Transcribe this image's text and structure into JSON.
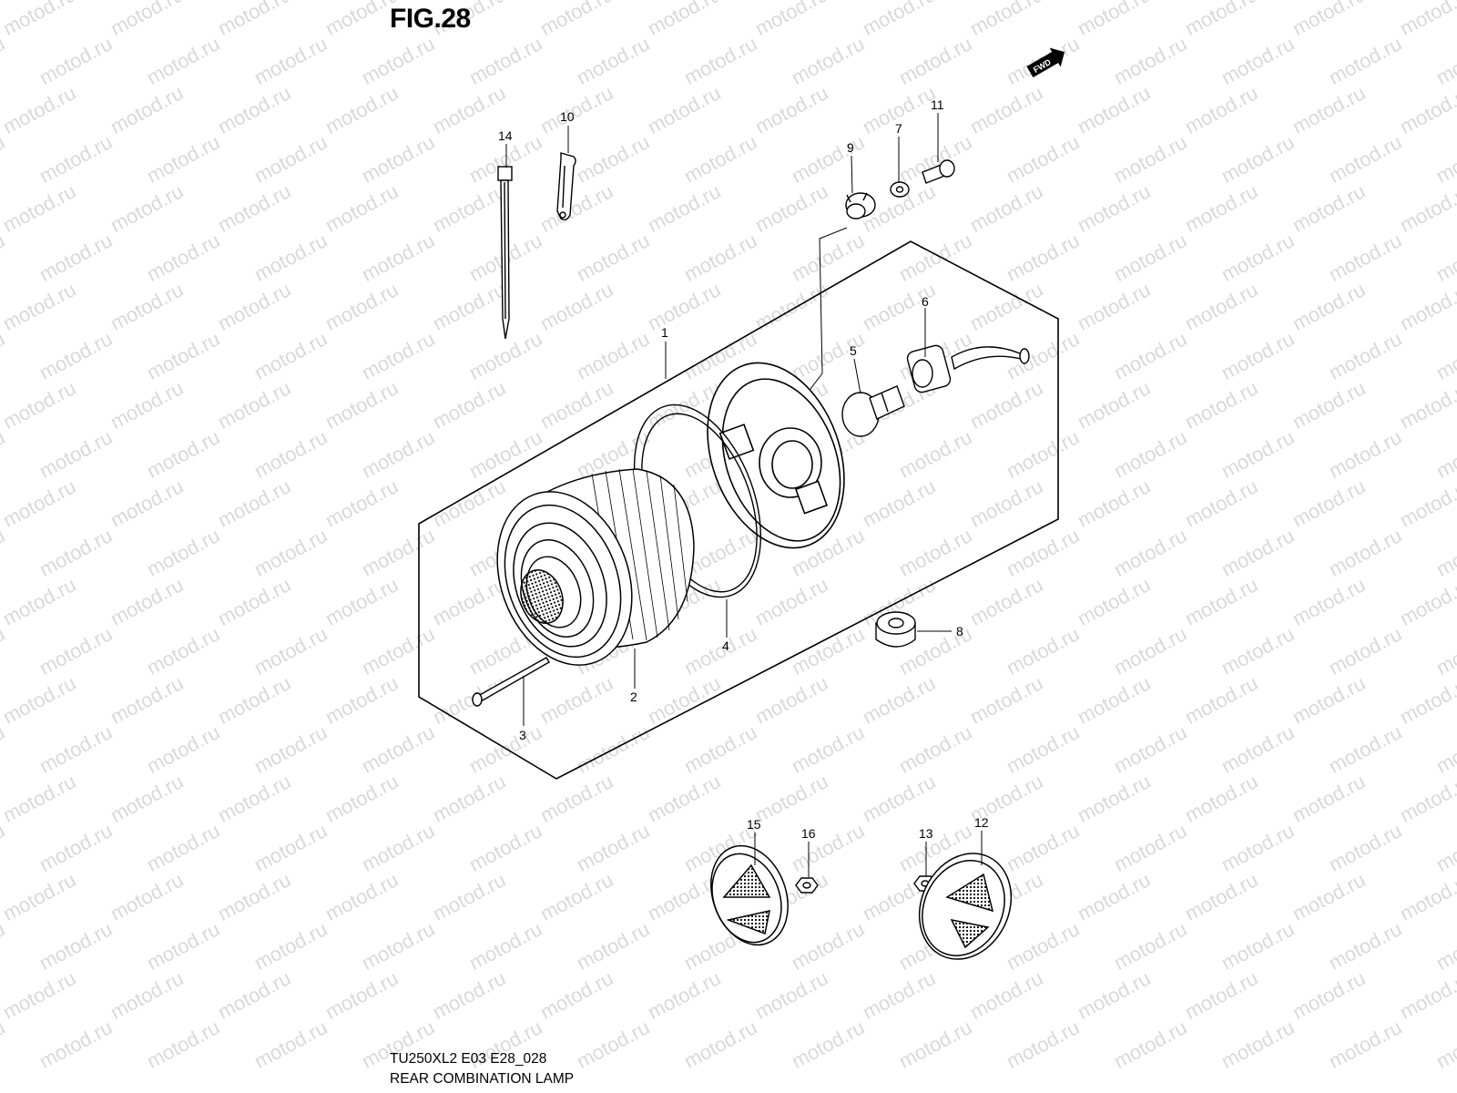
{
  "figure_title": "FIG.28",
  "watermark": "motod.ru",
  "fwd_label": "FWD",
  "model_code": "TU250XL2 E03 E28_028",
  "diagram_name": "REAR COMBINATION LAMP",
  "callouts": {
    "p1": "1",
    "p2": "2",
    "p3": "3",
    "p4": "4",
    "p5": "5",
    "p6": "6",
    "p7": "7",
    "p8": "8",
    "p9": "9",
    "p10": "10",
    "p11": "11",
    "p12": "12",
    "p13": "13",
    "p14": "14",
    "p15": "15",
    "p16": "16"
  }
}
